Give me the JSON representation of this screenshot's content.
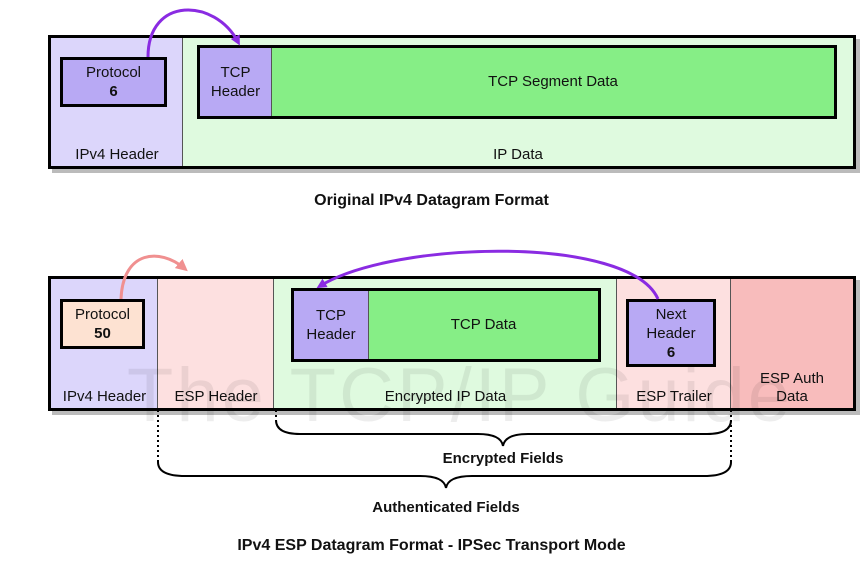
{
  "top": {
    "protocol_label": "Protocol",
    "protocol_value": "6",
    "tcp_header_line1": "TCP",
    "tcp_header_line2": "Header",
    "tcp_segment_data": "TCP Segment Data",
    "ipv4_header": "IPv4 Header",
    "ip_data": "IP Data",
    "caption": "Original IPv4 Datagram Format"
  },
  "bottom": {
    "protocol_label": "Protocol",
    "protocol_value": "50",
    "tcp_header_line1": "TCP",
    "tcp_header_line2": "Header",
    "tcp_data": "TCP Data",
    "next_header_line1": "Next",
    "next_header_line2": "Header",
    "next_header_value": "6",
    "ipv4_header": "IPv4 Header",
    "esp_header": "ESP Header",
    "encrypted_ip_data": "Encrypted IP Data",
    "esp_trailer": "ESP Trailer",
    "esp_auth_line1": "ESP Auth",
    "esp_auth_line2": "Data",
    "encrypted_fields": "Encrypted Fields",
    "authenticated_fields": "Authenticated Fields",
    "caption": "IPv4 ESP Datagram Format - IPSec Transport Mode"
  },
  "watermark": "The TCP/IP Guide",
  "colors": {
    "ipv4_header_fill": "#dcd6fb",
    "ip_data_fill": "#dffadf",
    "tcp_header_fill": "#b8a9f4",
    "tcp_data_fill": "#86ee86",
    "protocol_top_fill": "#b8a9f4",
    "protocol_bottom_fill": "#fde2d2",
    "esp_header_fill": "#fde0e0",
    "esp_auth_fill": "#f8bcbc",
    "arrow_purple": "#8a2be2",
    "arrow_pink": "#f09090"
  }
}
